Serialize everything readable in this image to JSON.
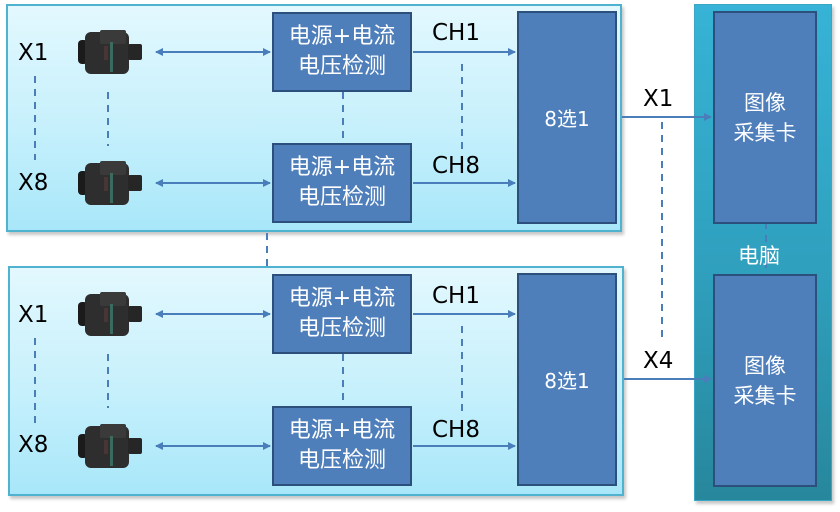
{
  "diagram": {
    "groups": [
      {
        "camera_labels": [
          "X1",
          "X8"
        ],
        "detectors": [
          {
            "line1": "电源+电流",
            "line2": "电压检测"
          },
          {
            "line1": "电源+电流",
            "line2": "电压检测"
          }
        ],
        "channel_labels": [
          "CH1",
          "CH8"
        ],
        "mux_label": "8选1",
        "output_label": "X1"
      },
      {
        "camera_labels": [
          "X1",
          "X8"
        ],
        "detectors": [
          {
            "line1": "电源+电流",
            "line2": "电压检测"
          },
          {
            "line1": "电源+电流",
            "line2": "电压检测"
          }
        ],
        "channel_labels": [
          "CH1",
          "CH8"
        ],
        "mux_label": "8选1",
        "output_label": "X4"
      }
    ],
    "computer": {
      "label": "电脑",
      "capture_cards": [
        {
          "line1": "图像",
          "line2": "采集卡"
        },
        {
          "line1": "图像",
          "line2": "采集卡"
        }
      ]
    },
    "icons": {
      "camera": "camera-module-icon"
    },
    "colors": {
      "block_fill": "#4f7fbb",
      "block_border": "#2c4f7c",
      "connector": "#4a7ebb",
      "group_panel": "#c6f0fc",
      "computer_panel": "#2f9fbd"
    }
  }
}
